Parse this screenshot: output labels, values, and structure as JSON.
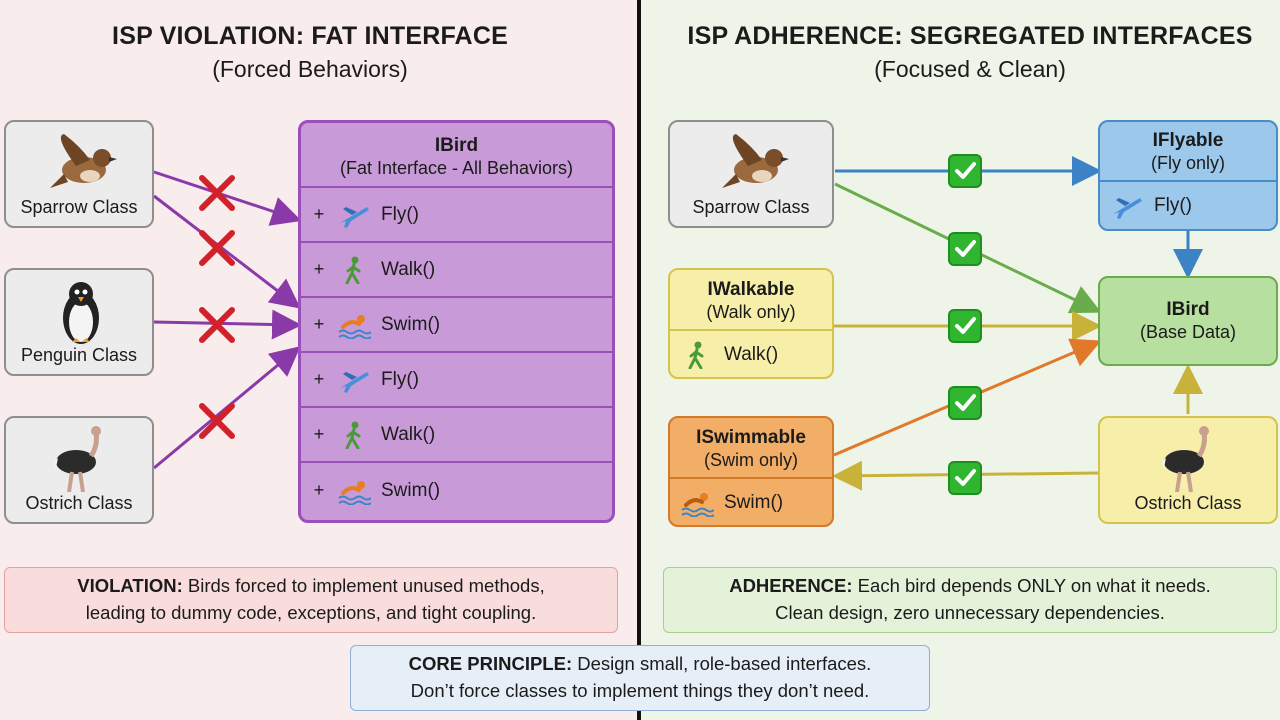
{
  "left": {
    "title": "ISP VIOLATION: FAT INTERFACE",
    "subtitle": "(Forced Behaviors)",
    "classes": [
      "Sparrow Class",
      "Penguin Class",
      "Ostrich Class"
    ],
    "fat_interface": {
      "name": "IBird",
      "subtitle": "(Fat Interface - All Behaviors)",
      "methods": [
        {
          "prefix": "+",
          "icon": "airplane-icon",
          "name": "Fly()"
        },
        {
          "prefix": "+",
          "icon": "walking-person-icon",
          "name": "Walk()"
        },
        {
          "prefix": "+",
          "icon": "swimmer-icon",
          "name": "Swim()"
        },
        {
          "prefix": "+",
          "icon": "airplane-icon",
          "name": "Fly()"
        },
        {
          "prefix": "+",
          "icon": "walking-person-icon",
          "name": "Walk()"
        },
        {
          "prefix": "+",
          "icon": "swimmer-icon",
          "name": "Swim()"
        }
      ]
    },
    "note_label": "VIOLATION:",
    "note_line1": " Birds forced to implement unused methods,",
    "note_line2": "leading to dummy code, exceptions, and tight coupling."
  },
  "right": {
    "title": "ISP ADHERENCE: SEGREGATED INTERFACES",
    "subtitle": "(Focused & Clean)",
    "sparrow_label": "Sparrow Class",
    "ostrich_label": "Ostrich Class",
    "iflyable": {
      "name": "IFlyable",
      "subtitle": "(Fly only)",
      "method": "Fly()"
    },
    "iwalkable": {
      "name": "IWalkable",
      "subtitle": "(Walk only)",
      "method": "Walk()"
    },
    "iswimmable": {
      "name": "ISwimmable",
      "subtitle": "(Swim only)",
      "method": "Swim()"
    },
    "ibird": {
      "name": "IBird",
      "subtitle": "(Base Data)"
    },
    "note_label": "ADHERENCE:",
    "note_line1": " Each bird depends ONLY on what it needs.",
    "note_line2": "Clean design, zero unnecessary dependencies."
  },
  "core": {
    "label": "CORE PRINCIPLE:",
    "line1": " Design small, role-based interfaces.",
    "line2": "Don’t force classes to implement things they don’t need."
  },
  "colors": {
    "purple": "#c99ad8",
    "purple_border": "#9b4fb8",
    "blue": "#9cc8ec",
    "yellow": "#f7efa9",
    "orange": "#f2ad66",
    "green": "#b7df9f"
  }
}
